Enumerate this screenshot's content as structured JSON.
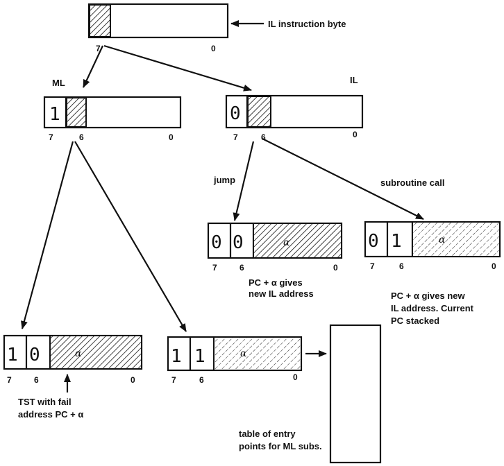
{
  "labels": {
    "il_instruction_byte": "IL instruction byte",
    "ml": "ML",
    "il": "IL",
    "jump": "jump",
    "subroutine_call": "subroutine call",
    "jump_note_1": "PC + α gives",
    "jump_note_2": "new IL address",
    "sub_note_1": "PC + α gives new",
    "sub_note_2": "IL address. Current",
    "sub_note_3": "PC stacked",
    "tst_note_1": "TST with fail",
    "tst_note_2": "address PC + α",
    "table_note_1": "table of entry",
    "table_note_2": "points for ML subs."
  },
  "bits": {
    "b7": "7",
    "b6": "6",
    "b0": "0"
  },
  "fields": {
    "alpha": "α"
  },
  "boxes": {
    "ml": {
      "bit7": "1"
    },
    "il": {
      "bit7": "0"
    },
    "jump": {
      "bit7": "0",
      "bit6": "0"
    },
    "sub": {
      "bit7": "0",
      "bit6": "1"
    },
    "tst": {
      "bit7": "1",
      "bit6": "0"
    },
    "mlsub": {
      "bit7": "1",
      "bit6": "1"
    }
  }
}
